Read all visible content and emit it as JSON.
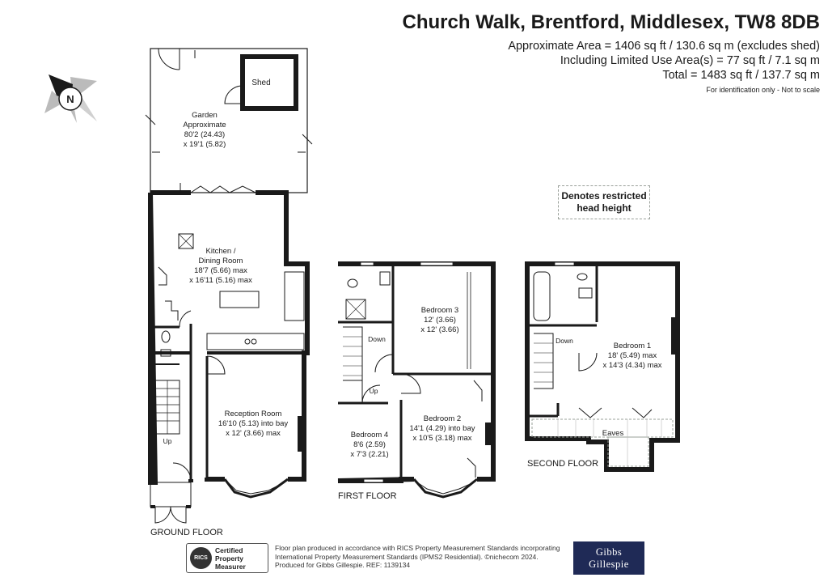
{
  "header": {
    "title": "Church Walk, Brentford, Middlesex, TW8 8DB",
    "area_line_1": "Approximate Area = 1406 sq ft / 130.6 sq m (excludes shed)",
    "area_line_2": "Including Limited Use Area(s) = 77 sq ft / 7.1 sq m",
    "area_line_3": "Total = 1483 sq ft / 137.7 sq m",
    "identification": "For identification only - Not to scale"
  },
  "compass": {
    "letter": "N"
  },
  "legend": {
    "line_1": "Denotes restricted",
    "line_2": "head height"
  },
  "ground_floor": {
    "label": "GROUND FLOOR",
    "shed": "Shed",
    "garden": [
      "Garden",
      "Approximate",
      "80'2 (24.43)",
      "x 19'1 (5.82)"
    ],
    "kitchen": [
      "Kitchen /",
      "Dining Room",
      "18'7 (5.66) max",
      "x 16'11 (5.16) max"
    ],
    "reception": [
      "Reception Room",
      "16'10 (5.13) into bay",
      "x 12' (3.66) max"
    ],
    "stairs": "Up"
  },
  "first_floor": {
    "label": "FIRST FLOOR",
    "bedroom3": [
      "Bedroom 3",
      "12' (3.66)",
      "x 12' (3.66)"
    ],
    "bedroom2": [
      "Bedroom 2",
      "14'1 (4.29) into bay",
      "x 10'5 (3.18) max"
    ],
    "bedroom4": [
      "Bedroom 4",
      "8'6 (2.59)",
      "x 7'3 (2.21)"
    ],
    "down": "Down",
    "up": "Up"
  },
  "second_floor": {
    "label": "SECOND FLOOR",
    "bedroom1": [
      "Bedroom 1",
      "18' (5.49) max",
      "x 14'3 (4.34) max"
    ],
    "down": "Down",
    "eaves": "Eaves"
  },
  "footer": {
    "rics_badge": "RICS",
    "rics_lines": [
      "Certified",
      "Property",
      "Measurer"
    ],
    "note_lines": [
      "Floor plan produced in accordance with RICS Property Measurement Standards incorporating",
      "International Property Measurement Standards (IPMS2 Residential). ©nichecom 2024.",
      "Produced for Gibbs Gillespie.   REF: 1139134"
    ],
    "logo_lines": [
      "Gibbs",
      "Gillespie"
    ]
  },
  "colors": {
    "wall": "#1a1a1a",
    "logo_bg": "#1f2a56",
    "restricted_dash": "#9aa09a"
  }
}
